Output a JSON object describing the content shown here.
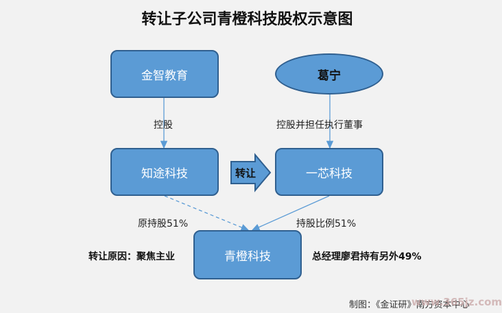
{
  "title": "转让子公司青橙科技股权示意图",
  "nodes": {
    "jinzhi": "金智教育",
    "geming": "葛宁",
    "zhitu": "知途科技",
    "yixin": "一芯科技",
    "qingcheng": "青橙科技"
  },
  "edges": {
    "jinzhi_zhitu": "控股",
    "geming_yixin": "控股并担任执行董事",
    "zhitu_qingcheng": "原持股51%",
    "yixin_qingcheng": "持股比例51%"
  },
  "transfer_arrow": "转让",
  "notes": {
    "left": "转让原因：聚焦主业",
    "right": "总经理廖君持有另外49%"
  },
  "footer": {
    "source": "制图：《金证研》南方资本中心",
    "watermark": "www.365jz.com"
  },
  "colors": {
    "box_fill": "#5b9bd5",
    "box_border": "#2f5f8f",
    "line": "#5b9bd5",
    "background": "#f2f2f2"
  }
}
